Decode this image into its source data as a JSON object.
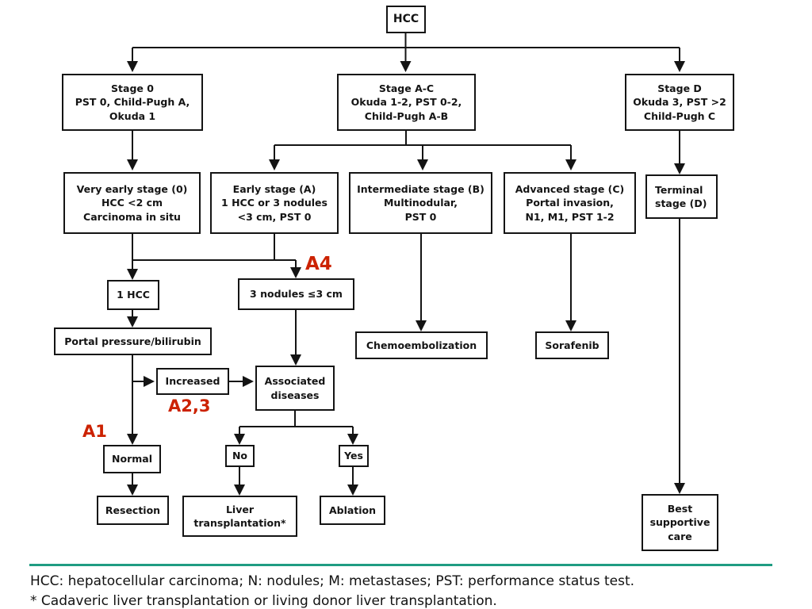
{
  "diagram": {
    "title_node": "HCC",
    "nodes": {
      "hcc": "HCC",
      "stage0": "Stage 0\nPST 0, Child-Pugh A,\nOkuda 1",
      "stageAC": "Stage A-C\nOkuda 1-2, PST 0-2,\nChild-Pugh A-B",
      "stageD": "Stage D\nOkuda 3, PST >2\nChild-Pugh C",
      "veryEarly": "Very early stage (0)\nHCC <2 cm\nCarcinoma in situ",
      "early": "Early stage (A)\n1 HCC or 3 nodules\n<3 cm, PST 0",
      "intermediate": "Intermediate stage (B)\nMultinodular,\nPST 0",
      "advanced": "Advanced stage (C)\nPortal invasion,\nN1, M1, PST 1-2",
      "terminal": "Terminal\nstage (D)",
      "oneHcc": "1 HCC",
      "threeNodules": "3 nodules ≤3 cm",
      "portalPressure": "Portal pressure/bilirubin",
      "increased": "Increased",
      "associatedDiseases": "Associated\ndiseases",
      "normal": "Normal",
      "no": "No",
      "yes": "Yes",
      "resection": "Resection",
      "liverTransplantation": "Liver\ntransplantation*",
      "ablation": "Ablation",
      "chemoembolization": "Chemoembolization",
      "sorafenib": "Sorafenib",
      "bestSupportiveCare": "Best\nsupportive\ncare"
    },
    "annotations": {
      "a4": "A4",
      "a23": "A2,3",
      "a1": "A1"
    },
    "footer": {
      "line1": "HCC: hepatocellular carcinoma; N: nodules; M: metastases; PST: performance status test.",
      "line2": "* Cadaveric liver transplantation or living donor liver transplantation."
    },
    "colors": {
      "annotation_red": "#cc2200",
      "divider_teal": "#1f9c82",
      "line_black": "#141414"
    }
  }
}
